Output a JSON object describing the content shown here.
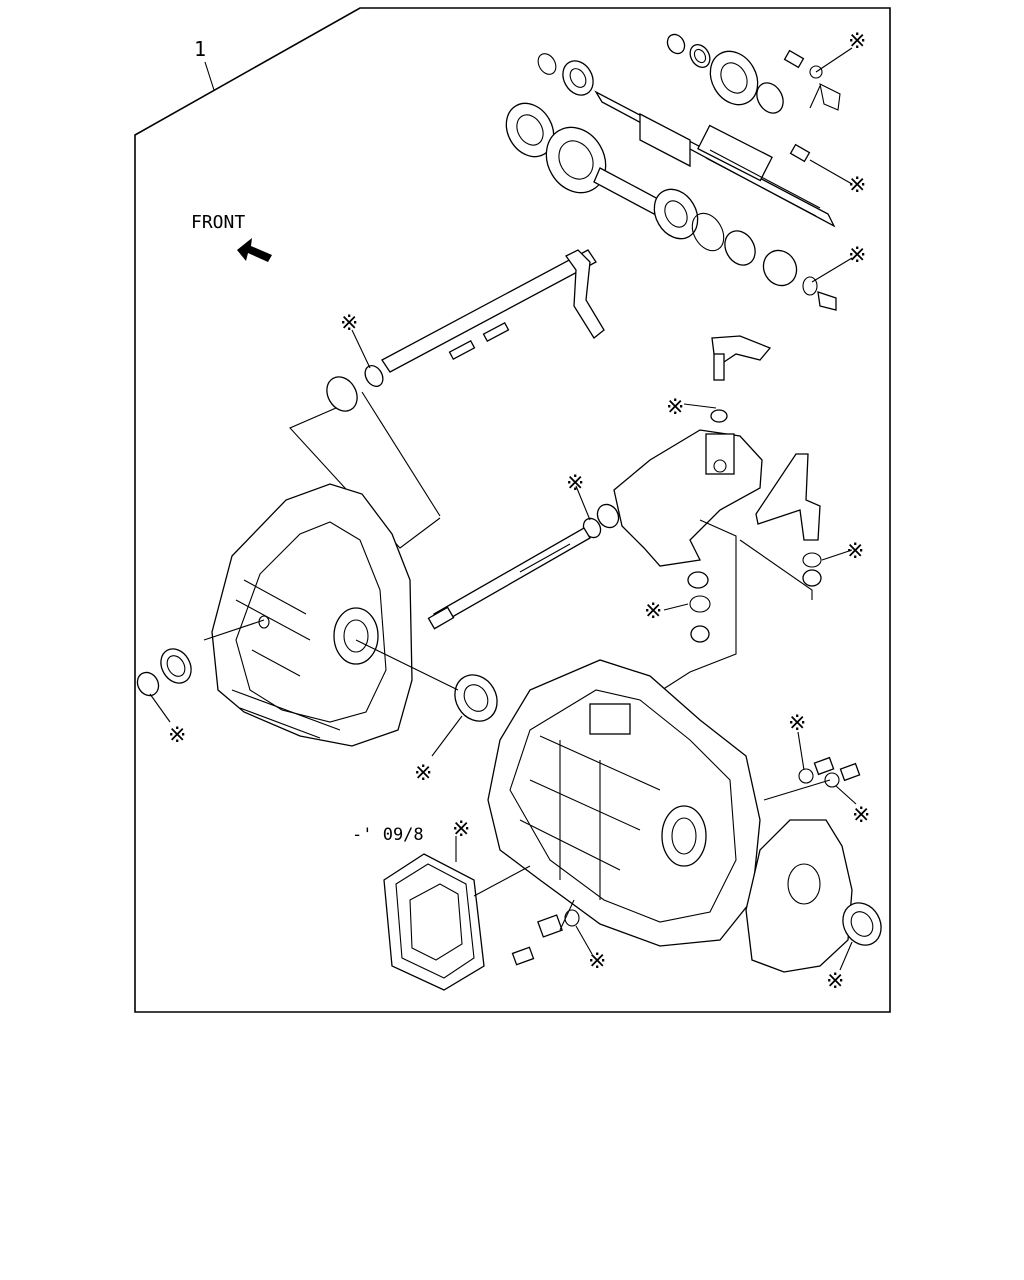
{
  "labels": {
    "assembly_number": "1",
    "front": "FRONT",
    "date_note": "-' 09/8"
  },
  "marks": {
    "asterisk": "※"
  },
  "icons": {
    "front_arrow": "arrow-icon"
  },
  "colors": {
    "ink": "#000000",
    "paper": "#ffffff"
  }
}
